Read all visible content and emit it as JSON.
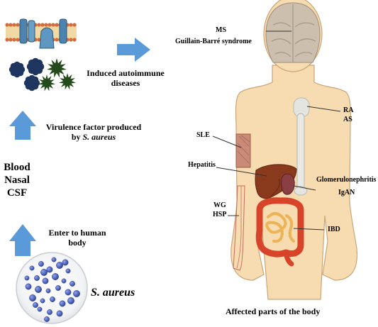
{
  "left_panel": {
    "induced": "Induced autoimmune diseases",
    "virulence_prefix": "Virulence factor produced",
    "virulence_by": "by ",
    "virulence_species": "S. aureus",
    "sites": [
      "Blood",
      "Nasal",
      "CSF"
    ],
    "enter": "Enter to human body",
    "bacterium": "S. aureus"
  },
  "body_labels": {
    "ms": "MS",
    "gbs": "Guillain-Barré syndrome",
    "ra": "RA",
    "as": "AS",
    "sle": "SLE",
    "hepatitis": "Hepatitis",
    "glomerulonephritis": "Glomerulonephritis",
    "igan": "IgAN",
    "wg": "WG",
    "hsp": "HSP",
    "ibd": "IBD",
    "caption": "Affected parts of the body"
  },
  "colors": {
    "arrow": "#5b9ad8",
    "skin": "#f6dcb0",
    "skin_outline": "#c9a577",
    "brain": "#c9b9a6",
    "liver": "#8a3a1c",
    "intestine": "#d8442a",
    "bacteria": "#3c56b8",
    "membrane": "#5a8fb0",
    "virus_dark": "#1e3560",
    "virus_green": "#234a1a"
  }
}
